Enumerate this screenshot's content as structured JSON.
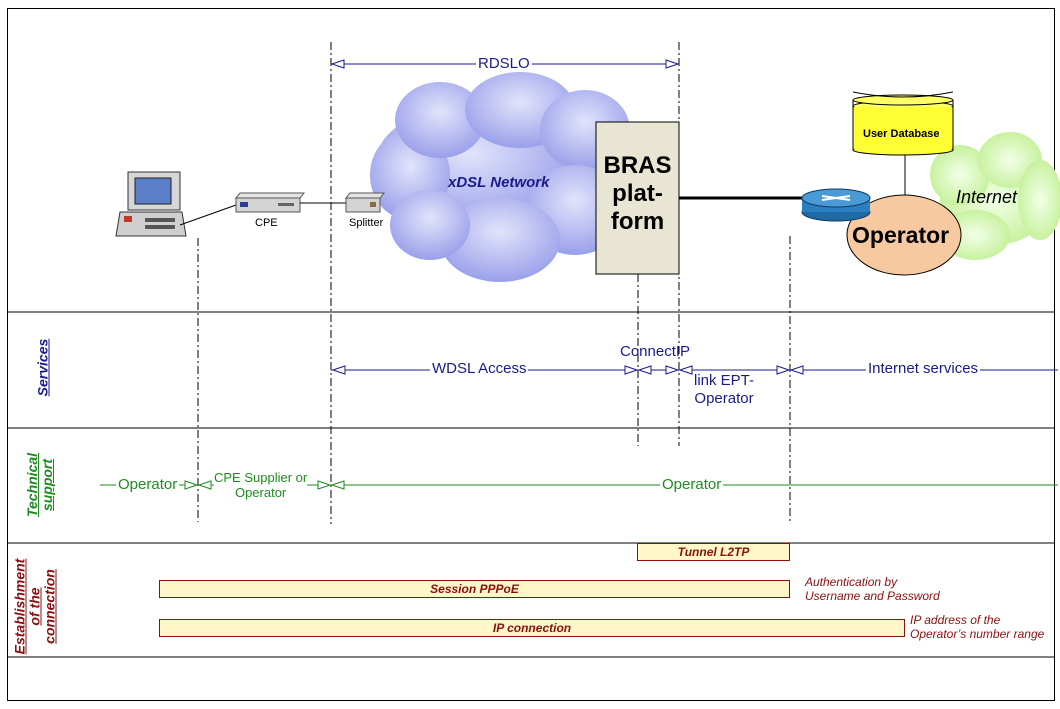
{
  "top": {
    "rdslo": "RDSLO",
    "xdsl_network": "xDSL Network",
    "cpe": "CPE",
    "splitter": "Splitter",
    "bras_line1": "BRAS",
    "bras_line2": "plat-",
    "bras_line3": "form",
    "user_database": "User Database",
    "internet": "Internet",
    "operator": "Operator"
  },
  "services": {
    "title": "Services",
    "wdsl_access": "WDSL Access",
    "connect_ip": "ConnectIP",
    "link_ept_line1": "link EPT-",
    "link_ept_line2": "Operator",
    "internet_services": "Internet services"
  },
  "technical": {
    "title_line1": "Technical",
    "title_line2": "support",
    "operator_left": "Operator",
    "cpe_supplier_line1": "CPE Supplier or",
    "cpe_supplier_line2": "Operator",
    "operator_right": "Operator"
  },
  "establishment": {
    "title_line1": "Establishment",
    "title_line2": "of the",
    "title_line3": "connection",
    "tunnel": "Tunnel L2TP",
    "session": "Session PPPoE",
    "ip_connection": "IP connection",
    "auth_line1": "Authentication by",
    "auth_line2": "Username and Password",
    "ip_note_line1": "IP address of the",
    "ip_note_line2": "Operator’s number range"
  },
  "colors": {
    "services": "#1a1a8c",
    "technical": "#1f8a1f",
    "establishment": "#8b1010",
    "bar_fill": "#fff7c8",
    "operator_fill": "#f7c9a0",
    "database_fill": "#ffff33",
    "cloud_fill": "#aab0f0",
    "internet_cloud": "#d6f5b0"
  }
}
